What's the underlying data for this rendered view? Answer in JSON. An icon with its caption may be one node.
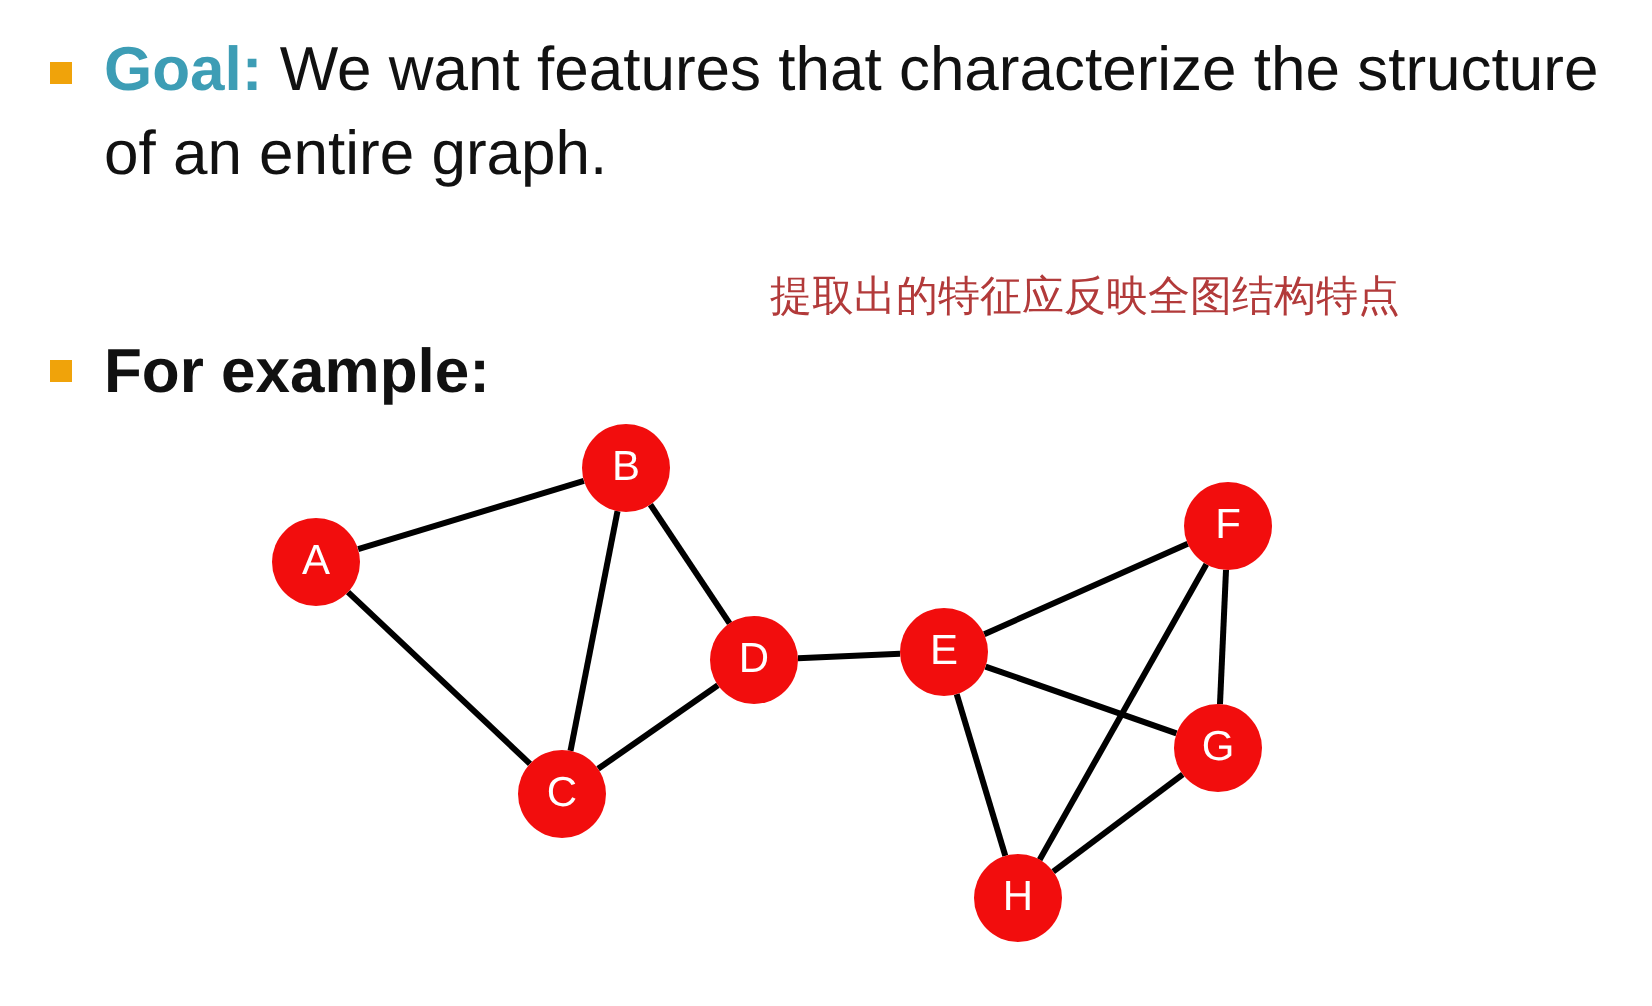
{
  "diagram": {
    "nodes": [
      {
        "text": [
          "A"
        ]
      },
      {
        "text": [
          "B"
        ]
      },
      {
        "text": [
          "C"
        ]
      },
      {
        "text": [
          "D"
        ]
      },
      {
        "text": [
          "E"
        ]
      },
      {
        "text": [
          "F"
        ]
      },
      {
        "text": [
          "G"
        ]
      },
      {
        "text": [
          "H"
        ]
      }
    ],
    "edges": [
      {
        "from": 0,
        "to": 1,
        "arrow": "none"
      },
      {
        "from": 0,
        "to": 2,
        "arrow": "none"
      },
      {
        "from": 1,
        "to": 2,
        "arrow": "none"
      },
      {
        "from": 1,
        "to": 3,
        "arrow": "none"
      },
      {
        "from": 2,
        "to": 3,
        "arrow": "none"
      },
      {
        "from": 3,
        "to": 4,
        "arrow": "none"
      },
      {
        "from": 4,
        "to": 5,
        "arrow": "none"
      },
      {
        "from": 4,
        "to": 6,
        "arrow": "none"
      },
      {
        "from": 4,
        "to": 7,
        "arrow": "none"
      },
      {
        "from": 5,
        "to": 7,
        "arrow": "none"
      },
      {
        "from": 5,
        "to": 6,
        "arrow": "none"
      },
      {
        "from": 6,
        "to": 7,
        "arrow": "none"
      }
    ],
    "labels": [
      "**Goal:** We want features that characterize the structure of an entire graph.",
      "提取出的特征应反映全图结构特点",
      "For example:"
    ]
  }
}
